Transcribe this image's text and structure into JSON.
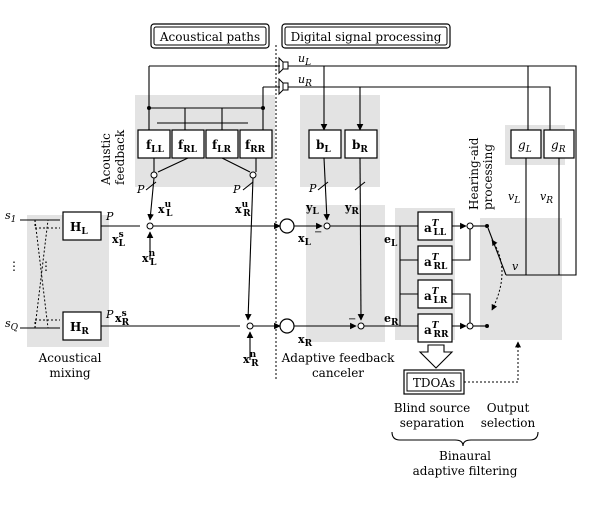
{
  "headers": {
    "acoustical_paths": "Acoustical paths",
    "digital_signal_processing": "Digital signal processing"
  },
  "side_labels": {
    "acoustic_feedback": [
      "Acoustic",
      "feedback"
    ],
    "hearing_aid_processing": [
      "Hearing-aid",
      "processing"
    ]
  },
  "blocks": {
    "f_LL": {
      "main": "f",
      "sub": "LL"
    },
    "f_RL": {
      "main": "f",
      "sub": "RL"
    },
    "f_LR": {
      "main": "f",
      "sub": "LR"
    },
    "f_RR": {
      "main": "f",
      "sub": "RR"
    },
    "b_L": {
      "main": "b",
      "sub": "L"
    },
    "b_R": {
      "main": "b",
      "sub": "R"
    },
    "g_L": {
      "main": "g",
      "sub": "L"
    },
    "g_R": {
      "main": "g",
      "sub": "R"
    },
    "H_L": {
      "main": "H",
      "sub": "L"
    },
    "H_R": {
      "main": "H",
      "sub": "R"
    },
    "a_LL": {
      "main": "a",
      "sup": "T",
      "sub": "LL"
    },
    "a_RL": {
      "main": "a",
      "sup": "T",
      "sub": "RL"
    },
    "a_LR": {
      "main": "a",
      "sup": "T",
      "sub": "LR"
    },
    "a_RR": {
      "main": "a",
      "sup": "T",
      "sub": "RR"
    },
    "tdoas": "TDOAs"
  },
  "signals": {
    "u_L": {
      "main": "u",
      "sub": "L"
    },
    "u_R": {
      "main": "u",
      "sub": "R"
    },
    "s_1": {
      "main": "s",
      "sub": "1"
    },
    "s_Q": {
      "main": "s",
      "sub": "Q"
    },
    "x_L_s": {
      "main": "x",
      "sup": "s",
      "sub": "L"
    },
    "x_R_s": {
      "main": "x",
      "sup": "s",
      "sub": "R"
    },
    "x_L_u": {
      "main": "x",
      "sup": "u",
      "sub": "L"
    },
    "x_R_u": {
      "main": "x",
      "sup": "u",
      "sub": "R"
    },
    "x_L_n": {
      "main": "x",
      "sup": "n",
      "sub": "L"
    },
    "x_R_n": {
      "main": "x",
      "sup": "n",
      "sub": "R"
    },
    "x_L": {
      "main": "x",
      "sub": "L"
    },
    "x_R": {
      "main": "x",
      "sub": "R"
    },
    "y_L": {
      "main": "y",
      "sub": "L"
    },
    "y_R": {
      "main": "y",
      "sub": "R"
    },
    "e_L": {
      "main": "e",
      "sub": "L"
    },
    "e_R": {
      "main": "e",
      "sub": "R"
    },
    "v_L": {
      "main": "v",
      "sub": "L"
    },
    "v_R": {
      "main": "v",
      "sub": "R"
    },
    "v": "v",
    "P": "P",
    "minus": "−",
    "vdots": "⋮"
  },
  "captions": {
    "acoustical_mixing": [
      "Acoustical",
      "mixing"
    ],
    "adaptive_feedback_canceler": [
      "Adaptive feedback",
      "canceler"
    ],
    "blind_source_separation": [
      "Blind source",
      "separation"
    ],
    "output_selection": [
      "Output",
      "selection"
    ],
    "binaural_adaptive_filtering": [
      "Binaural",
      "adaptive filtering"
    ]
  }
}
